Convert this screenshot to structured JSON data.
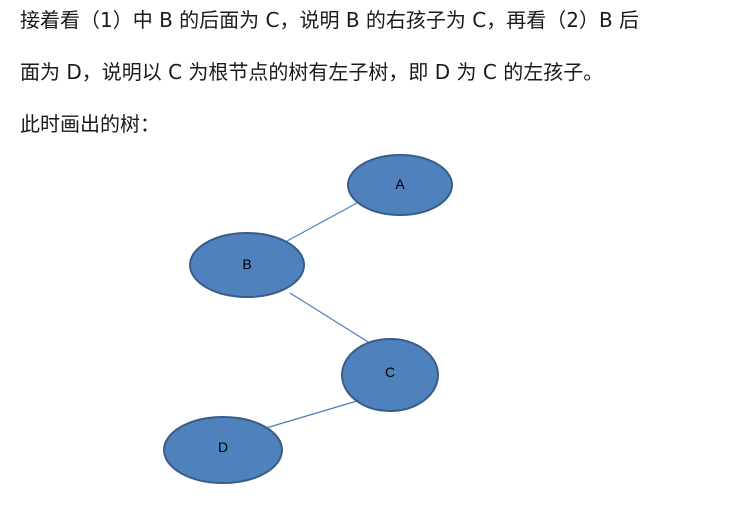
{
  "paragraphs": {
    "line1": "接着看（1）中 B 的后面为 C，说明 B 的右孩子为 C，再看（2）B 后",
    "line2": "面为 D，说明以 C 为根节点的树有左子树，即 D 为 C 的左孩子。",
    "line3": "此时画出的树："
  },
  "tree": {
    "nodes": {
      "a": "A",
      "b": "B",
      "c": "C",
      "d": "D"
    },
    "edges": [
      [
        "A",
        "B"
      ],
      [
        "B",
        "C"
      ],
      [
        "C",
        "D"
      ]
    ],
    "colors": {
      "node_fill": "#4f81bd",
      "node_stroke": "#385d8a",
      "edge": "#4a7ebb"
    }
  }
}
